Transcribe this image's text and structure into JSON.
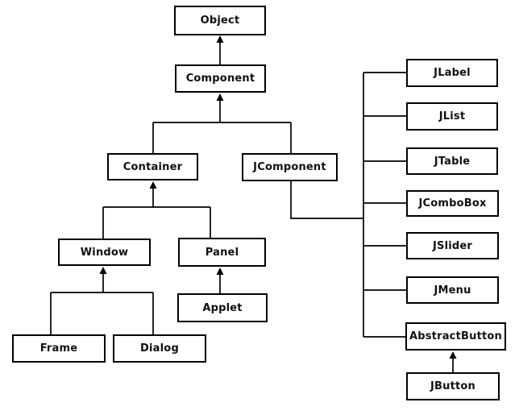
{
  "diagram": {
    "nodes": [
      {
        "id": "object",
        "label": "Object"
      },
      {
        "id": "component",
        "label": "Component"
      },
      {
        "id": "container",
        "label": "Container"
      },
      {
        "id": "jcomponent",
        "label": "JComponent"
      },
      {
        "id": "window",
        "label": "Window"
      },
      {
        "id": "panel",
        "label": "Panel"
      },
      {
        "id": "applet",
        "label": "Applet"
      },
      {
        "id": "frame",
        "label": "Frame"
      },
      {
        "id": "dialog",
        "label": "Dialog"
      },
      {
        "id": "jlabel",
        "label": "JLabel"
      },
      {
        "id": "jlist",
        "label": "JList"
      },
      {
        "id": "jtable",
        "label": "JTable"
      },
      {
        "id": "jcombobox",
        "label": "JComboBox"
      },
      {
        "id": "jslider",
        "label": "JSlider"
      },
      {
        "id": "jmenu",
        "label": "JMenu"
      },
      {
        "id": "abstractbutton",
        "label": "AbstractButton"
      },
      {
        "id": "jbutton",
        "label": "JButton"
      }
    ],
    "edges": [
      {
        "from": "Component",
        "to": "Object",
        "style": "arrow-up"
      },
      {
        "from": "Container",
        "to": "Component",
        "style": "arrow-up"
      },
      {
        "from": "JComponent",
        "to": "Component",
        "style": "arrow-up"
      },
      {
        "from": "Window",
        "to": "Container",
        "style": "arrow-up"
      },
      {
        "from": "Panel",
        "to": "Container",
        "style": "arrow-up"
      },
      {
        "from": "Frame",
        "to": "Window",
        "style": "line"
      },
      {
        "from": "Dialog",
        "to": "Window",
        "style": "line"
      },
      {
        "from": "Applet",
        "to": "Panel",
        "style": "arrow-up"
      },
      {
        "from": "JLabel",
        "to": "JComponent",
        "style": "line"
      },
      {
        "from": "JList",
        "to": "JComponent",
        "style": "line"
      },
      {
        "from": "JTable",
        "to": "JComponent",
        "style": "line"
      },
      {
        "from": "JComboBox",
        "to": "JComponent",
        "style": "line"
      },
      {
        "from": "JSlider",
        "to": "JComponent",
        "style": "line"
      },
      {
        "from": "JMenu",
        "to": "JComponent",
        "style": "line"
      },
      {
        "from": "AbstractButton",
        "to": "JComponent",
        "style": "line"
      },
      {
        "from": "JButton",
        "to": "AbstractButton",
        "style": "arrow-up"
      }
    ],
    "colors": {
      "line": "#000000",
      "box_border": "#000000",
      "box_fill": "#ffffff",
      "text": "#111111",
      "background": "#ffffff"
    }
  }
}
